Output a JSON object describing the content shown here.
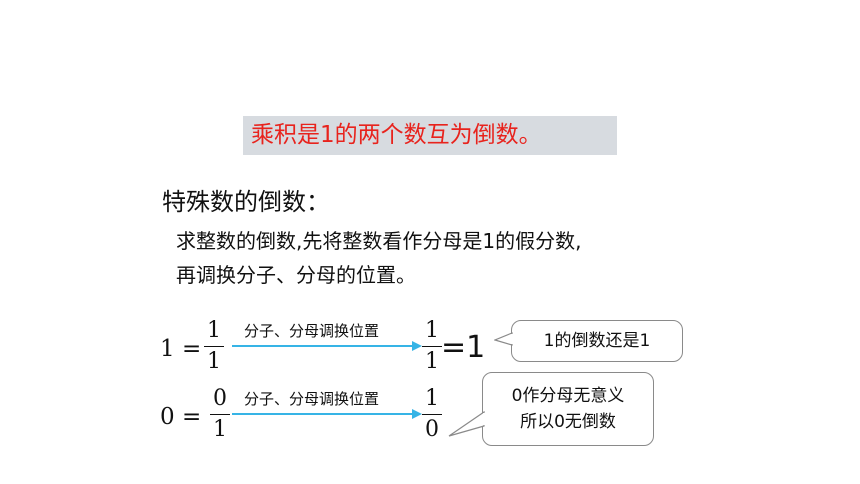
{
  "definition": "乘积是1的两个数互为倒数。",
  "heading": "特殊数的倒数：",
  "method": {
    "line1": "求整数的倒数,先将整数看作分母是1的假分数,",
    "line2": "再调换分子、分母的位置。"
  },
  "rows": [
    {
      "lhs": "1 =",
      "from_num": "1",
      "from_den": "1",
      "arrow_label": "分子、分母调换位置",
      "to_num": "1",
      "to_den": "1",
      "result": "=1"
    },
    {
      "lhs": "0 =",
      "from_num": "0",
      "from_den": "1",
      "arrow_label": "分子、分母调换位置",
      "to_num": "1",
      "to_den": "0"
    }
  ],
  "callouts": {
    "first": "1的倒数还是1",
    "second_line1": "0作分母无意义",
    "second_line2": "所以0无倒数"
  },
  "colors": {
    "definition_text": "#e8231d",
    "definition_bg": "#d7dbe0",
    "arrow": "#36b4e6"
  }
}
